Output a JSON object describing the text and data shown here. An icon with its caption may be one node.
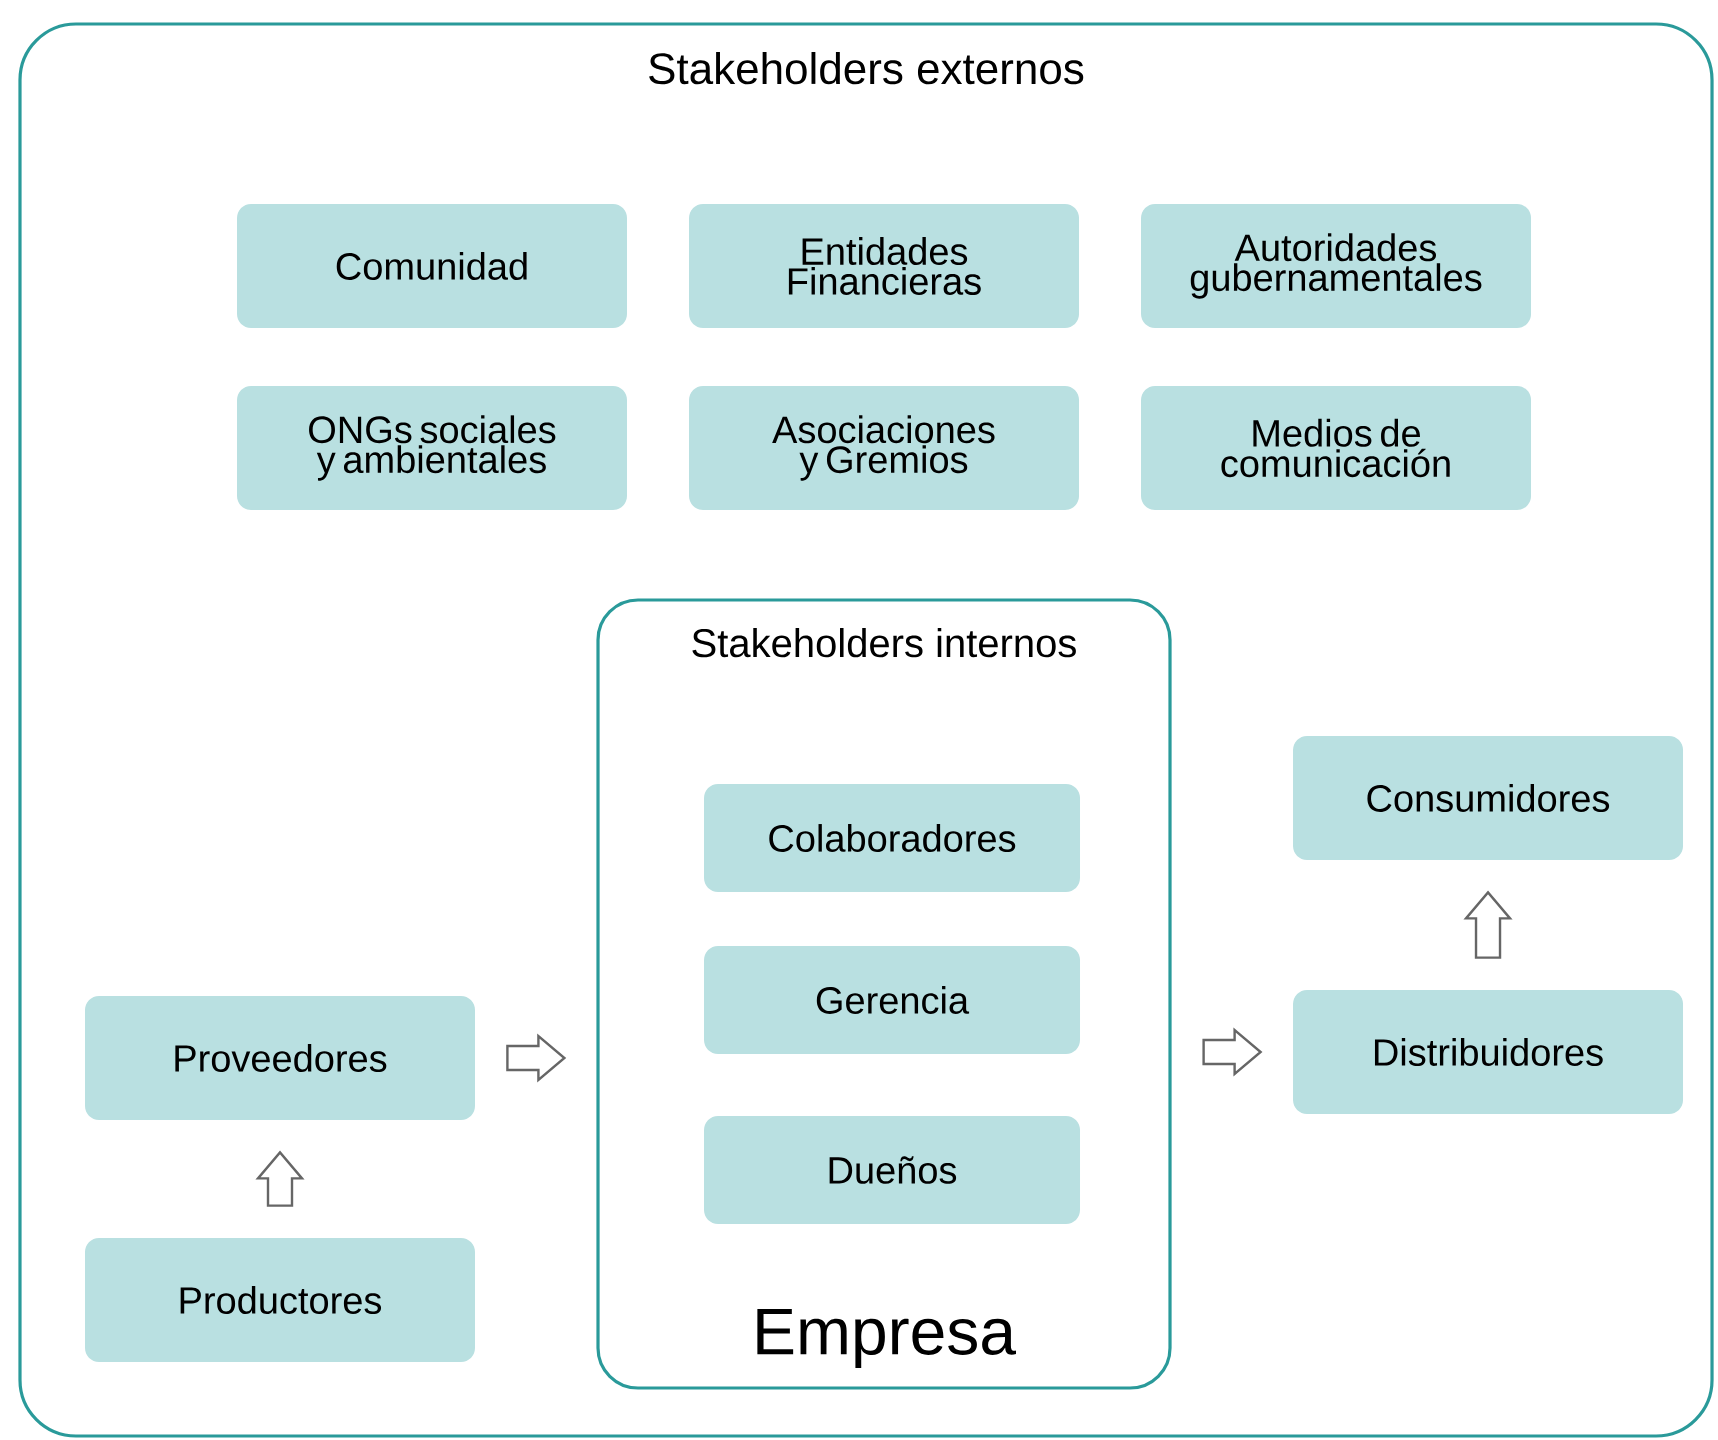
{
  "diagram": {
    "nodes": [
      {
        "text": [
          "Stakeholders externos"
        ]
      },
      {
        "text": [
          "Comunidad"
        ],
        "in": 0
      },
      {
        "text": [
          "Entidades Financieras"
        ],
        "in": 0
      },
      {
        "text": [
          "Autoridades gubernamentales"
        ],
        "in": 0
      },
      {
        "text": [
          "ONGs sociales y ambientales"
        ],
        "in": 0
      },
      {
        "text": [
          "Asociaciones y Gremios"
        ],
        "in": 0
      },
      {
        "text": [
          "Medios de comunicación"
        ],
        "in": 0
      },
      {
        "text": [
          "Stakeholders internos",
          "Empresa"
        ],
        "in": 0
      },
      {
        "text": [
          "Colaboradores"
        ],
        "in": 7
      },
      {
        "text": [
          "Gerencia"
        ],
        "in": 7
      },
      {
        "text": [
          "Dueños"
        ],
        "in": 7
      },
      {
        "text": [
          "Proveedores"
        ],
        "in": 0
      },
      {
        "text": [
          "Productores"
        ],
        "in": 0
      },
      {
        "text": [
          "Consumidores"
        ],
        "in": 0
      },
      {
        "text": [
          "Distribuidores"
        ],
        "in": 0
      }
    ],
    "edges": [
      {
        "from": 12,
        "to": 11,
        "arrow": "to"
      },
      {
        "from": 11,
        "to": 7,
        "arrow": "to"
      },
      {
        "from": 7,
        "to": 14,
        "arrow": "to"
      },
      {
        "from": 14,
        "to": 13,
        "arrow": "to"
      }
    ]
  }
}
